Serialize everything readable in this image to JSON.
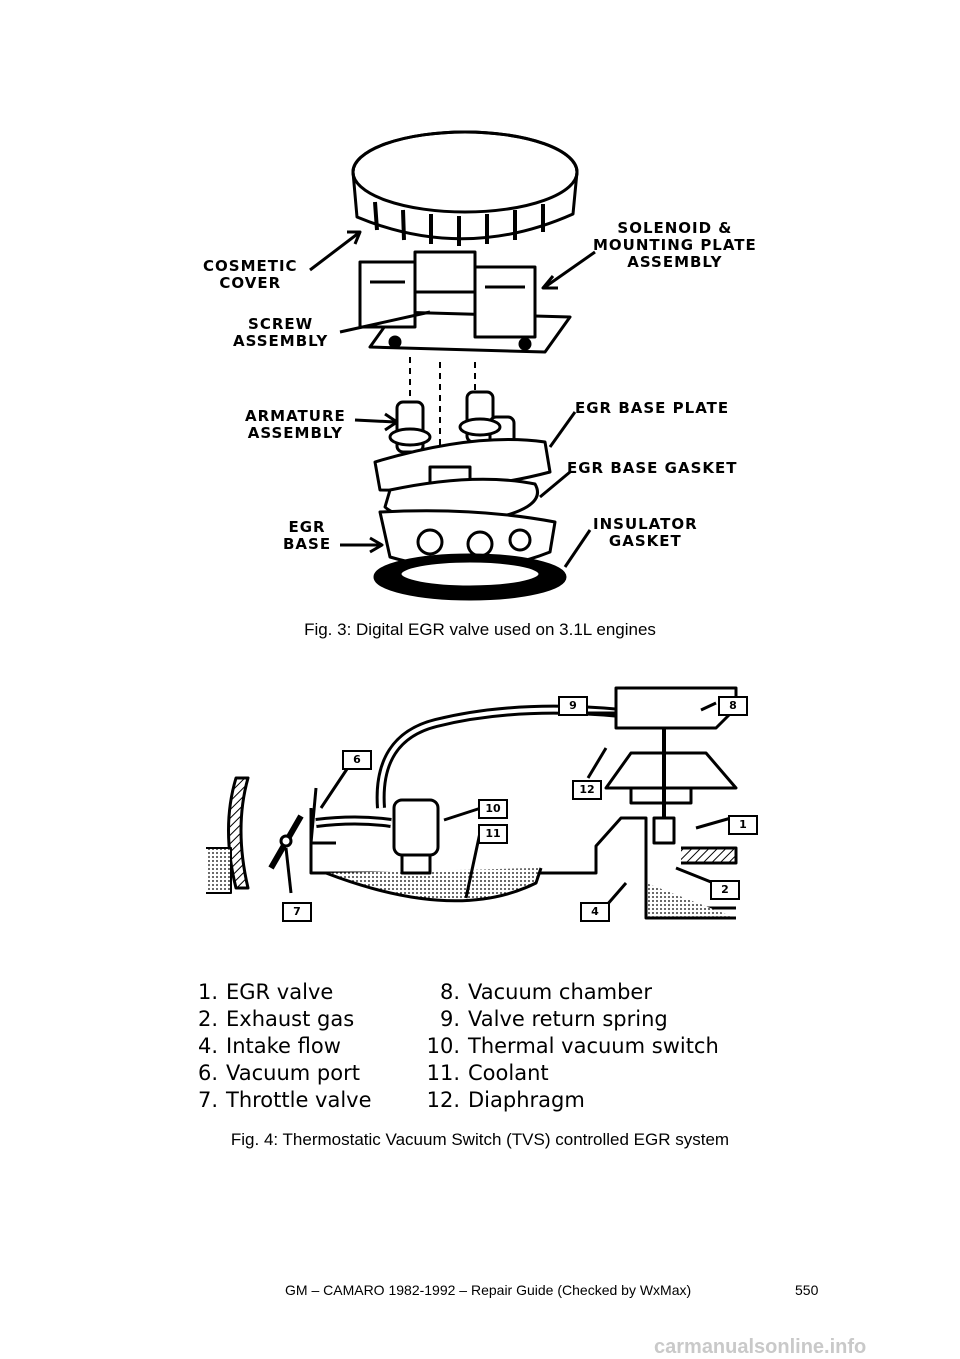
{
  "figure3": {
    "labels": {
      "cosmetic_cover": [
        "COSMETIC",
        "COVER"
      ],
      "solenoid": [
        "SOLENOID &",
        "MOUNTING PLATE",
        "ASSEMBLY"
      ],
      "screw": [
        "SCREW",
        "ASSEMBLY"
      ],
      "armature": [
        "ARMATURE",
        "ASSEMBLY"
      ],
      "base_plate": "EGR BASE PLATE",
      "base_gasket": "EGR BASE GASKET",
      "egr_base": [
        "EGR",
        "BASE"
      ],
      "insulator": [
        "INSULATOR",
        "GASKET"
      ]
    },
    "caption": "Fig. 3: Digital EGR valve used on 3.1L engines"
  },
  "figure4": {
    "callouts": [
      "9",
      "8",
      "6",
      "12",
      "10",
      "11",
      "1",
      "7",
      "4",
      "2"
    ],
    "legend_left": [
      {
        "num": "1.",
        "text": "EGR valve"
      },
      {
        "num": "2.",
        "text": "Exhaust gas"
      },
      {
        "num": "4.",
        "text": "Intake flow"
      },
      {
        "num": "6.",
        "text": "Vacuum port"
      },
      {
        "num": "7.",
        "text": "Throttle valve"
      }
    ],
    "legend_right": [
      {
        "num": "8.",
        "text": "Vacuum chamber"
      },
      {
        "num": "9.",
        "text": "Valve return spring"
      },
      {
        "num": "10.",
        "text": "Thermal vacuum switch"
      },
      {
        "num": "11.",
        "text": "Coolant"
      },
      {
        "num": "12.",
        "text": "Diaphragm"
      }
    ],
    "caption": "Fig. 4: Thermostatic Vacuum Switch (TVS) controlled EGR system"
  },
  "footer": {
    "title": "GM – CAMARO 1982-1992 – Repair Guide (Checked by WxMax)",
    "page_number": "550"
  },
  "watermark": "carmanualsonline.info"
}
